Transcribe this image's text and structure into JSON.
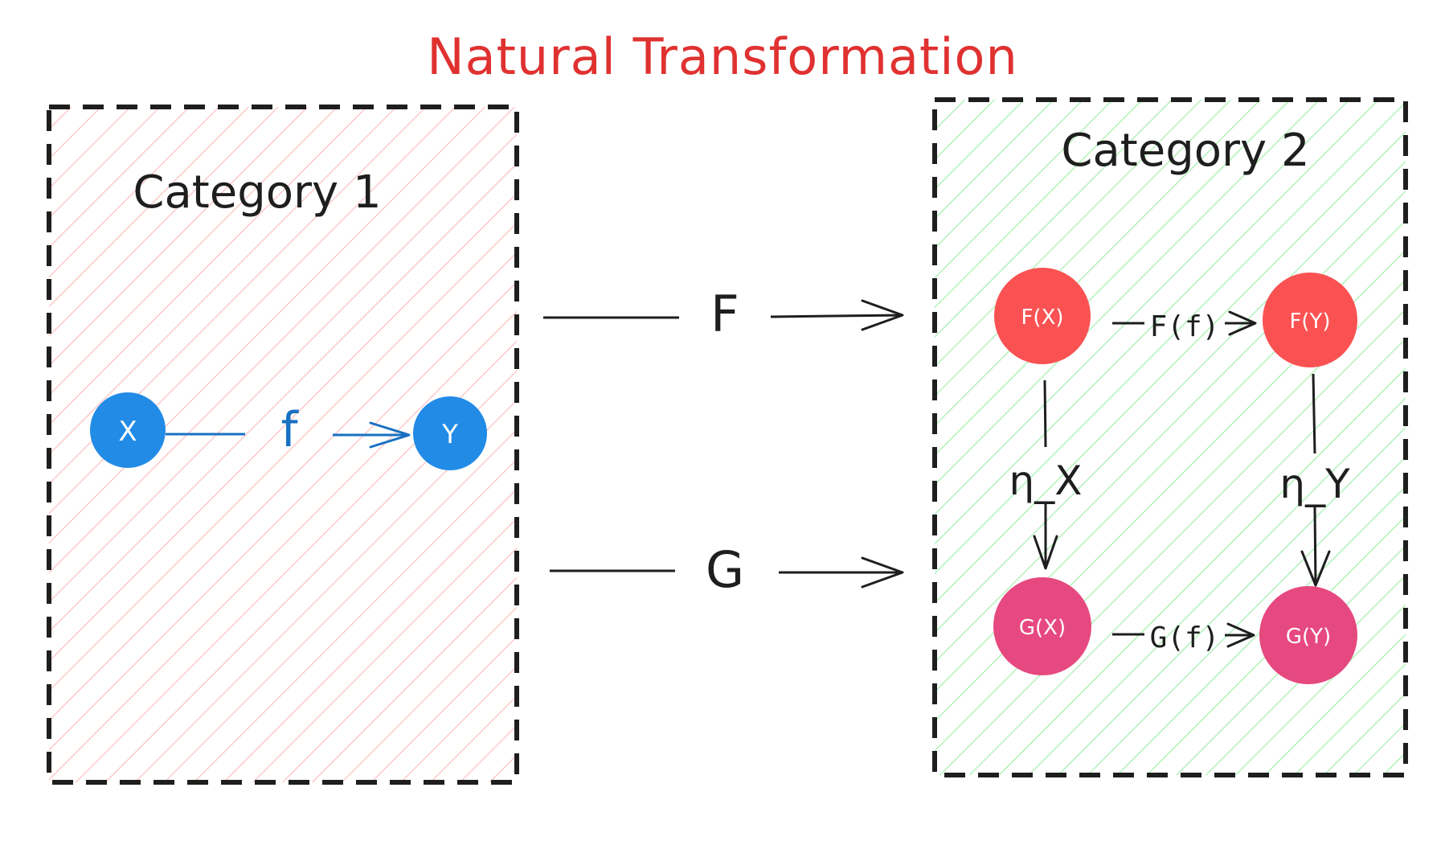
{
  "title": "Natural Transformation",
  "colors": {
    "title": "#e03131",
    "frame": "#1e1e1e",
    "category1_hatch": "#ffc9c9",
    "category2_hatch": "#b2f2bb",
    "blue_node": "#228be6",
    "blue_arrow": "#1971c2",
    "red_node": "#fa5252",
    "pink_node": "#e64980",
    "node_text": "#ffffff",
    "ink": "#1e1e1e"
  },
  "category1": {
    "label": "Category 1",
    "node_x": "X",
    "node_y": "Y",
    "morphism": "f"
  },
  "functors": {
    "F": "F",
    "G": "G"
  },
  "category2": {
    "label": "Category 2",
    "FX": "F(X)",
    "FY": "F(Y)",
    "GX": "G(X)",
    "GY": "G(Y)",
    "Ff": "F(f)",
    "Gf": "G(f)",
    "eta_x": "η_X",
    "eta_y": "η_Y"
  }
}
